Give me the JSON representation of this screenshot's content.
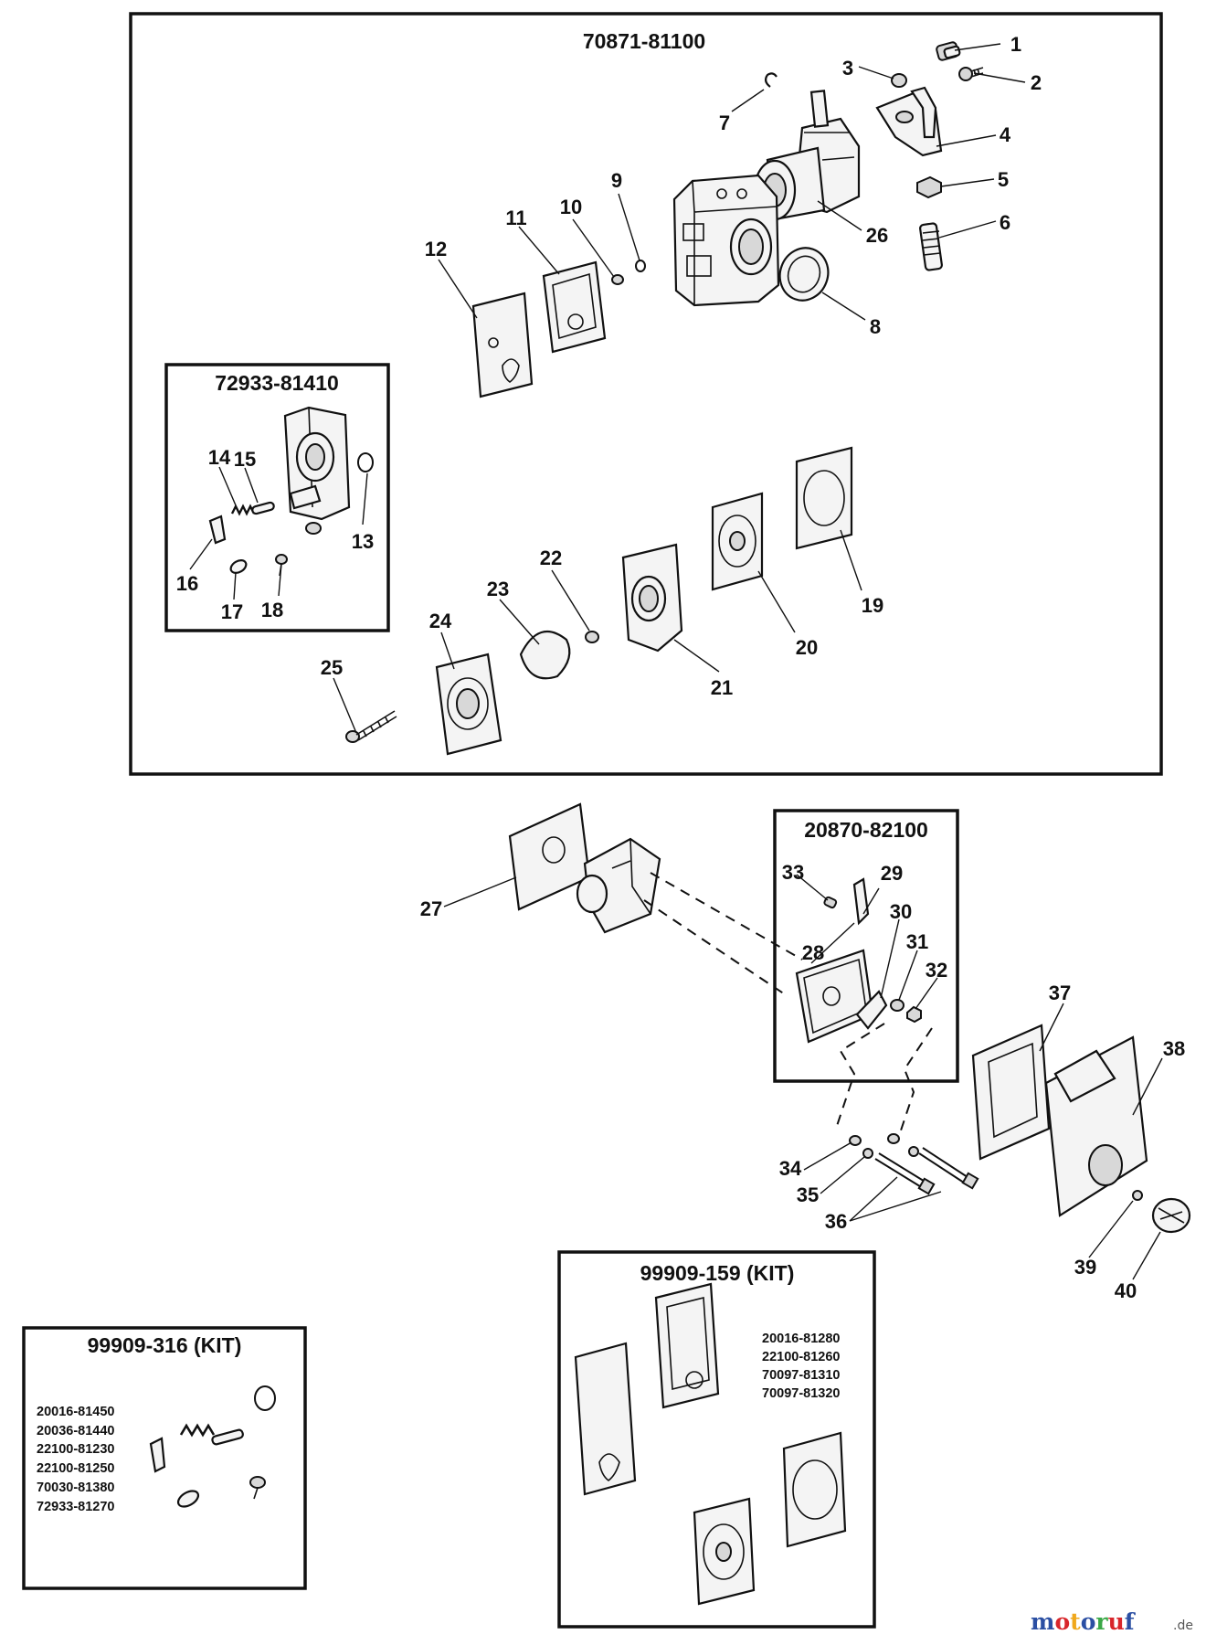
{
  "main_box": {
    "title": "70871-81100"
  },
  "pump_box": {
    "title": "72933-81410"
  },
  "cover_box": {
    "title": "20870-82100"
  },
  "kit1": {
    "title": "99909-159 (KIT)",
    "parts": [
      "20016-81280",
      "22100-81260",
      "70097-81310",
      "70097-81320"
    ]
  },
  "kit2": {
    "title": "99909-316 (KIT)",
    "parts": [
      "20016-81450",
      "20036-81440",
      "22100-81230",
      "22100-81250",
      "70030-81380",
      "72933-81270"
    ]
  },
  "callouts": [
    "1",
    "2",
    "3",
    "4",
    "5",
    "6",
    "7",
    "8",
    "9",
    "10",
    "11",
    "12",
    "13",
    "14",
    "15",
    "16",
    "17",
    "18",
    "19",
    "20",
    "21",
    "22",
    "23",
    "24",
    "25",
    "26",
    "27",
    "28",
    "29",
    "30",
    "31",
    "32",
    "33",
    "34",
    "35",
    "36",
    "37",
    "38",
    "39",
    "40"
  ],
  "watermark": {
    "brand": "motoruf",
    "suffix": ".de",
    "letter_colors": [
      "#2b4fa3",
      "#d8262b",
      "#f0a81c",
      "#2b4fa3",
      "#3aa847",
      "#d8262b",
      "#2b4fa3"
    ]
  }
}
